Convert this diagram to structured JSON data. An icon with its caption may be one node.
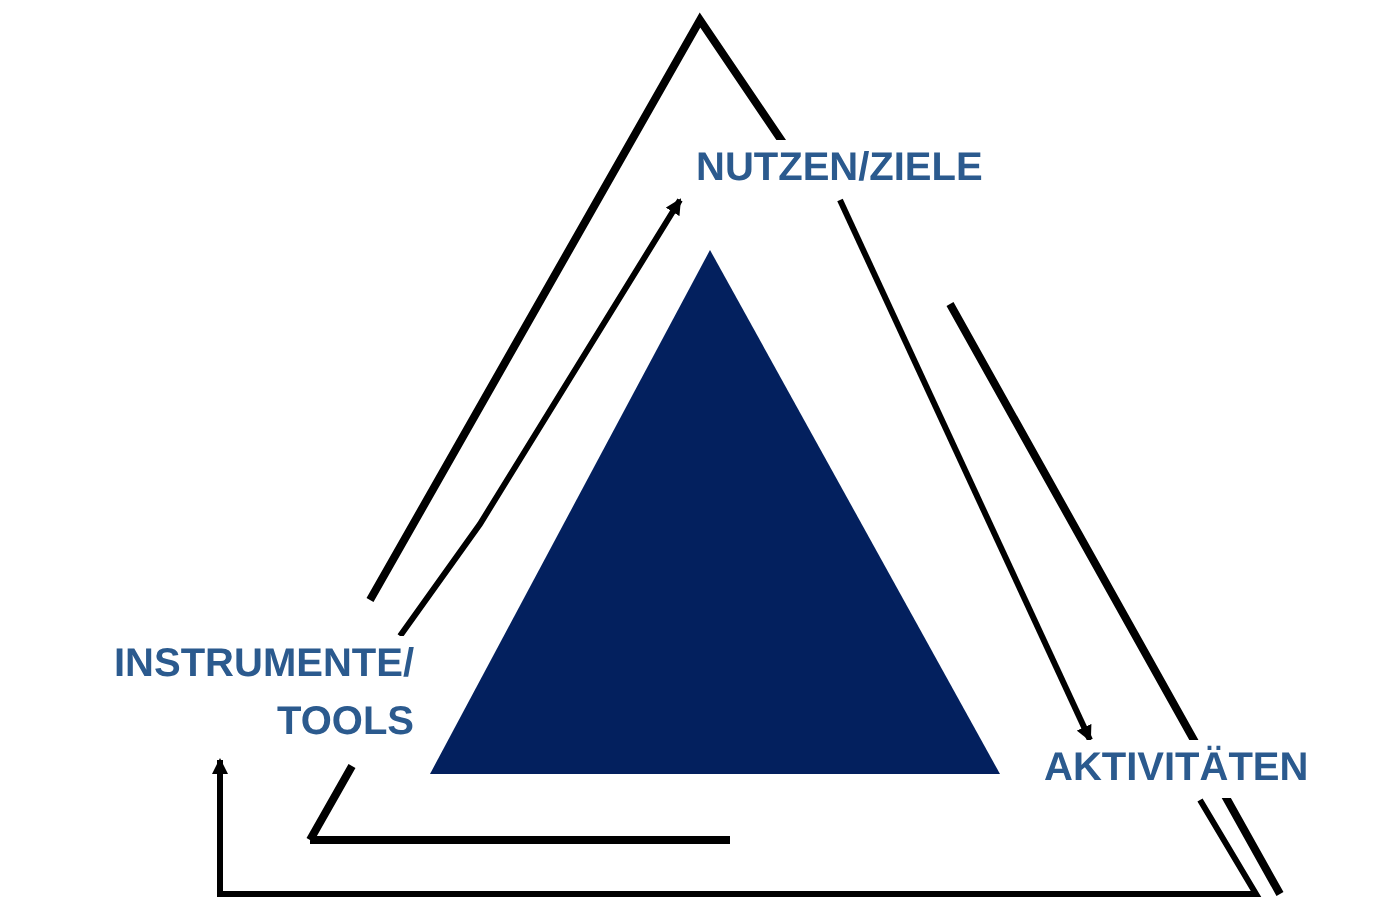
{
  "diagram": {
    "nodes": [
      {
        "text": [
          "NUTZEN/ZIELE"
        ]
      },
      {
        "text": [
          "AKTIVITÄTEN"
        ]
      },
      {
        "text": [
          "INSTRUMENTE/ TOOLS"
        ]
      }
    ],
    "edges": [
      {
        "from": 0,
        "to": 1,
        "arrow": "to"
      },
      {
        "from": 1,
        "to": 2,
        "arrow": "to"
      },
      {
        "from": 2,
        "to": 0,
        "arrow": "to"
      }
    ]
  }
}
